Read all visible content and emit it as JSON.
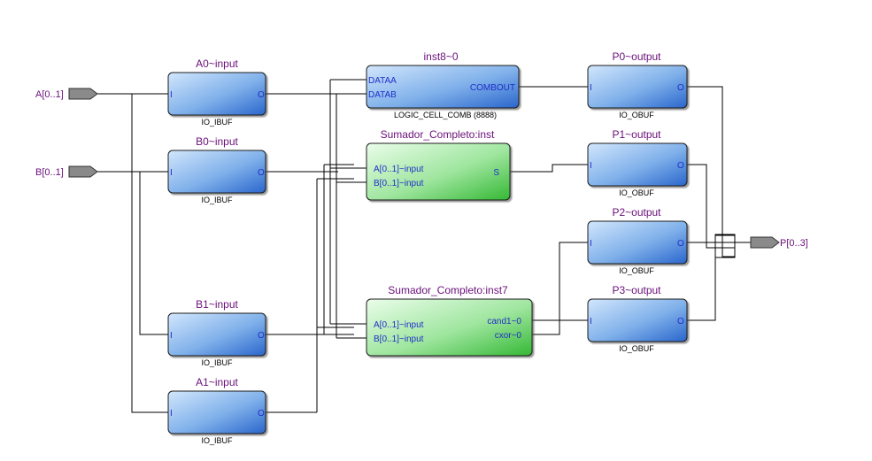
{
  "pins": {
    "a": "A[0..1]",
    "b": "B[0..1]",
    "p": "P[0..3]"
  },
  "blocks": {
    "a0": {
      "title": "A0~input",
      "type": "IO_IBUF",
      "in": "I",
      "out": "O"
    },
    "b0": {
      "title": "B0~input",
      "type": "IO_IBUF",
      "in": "I",
      "out": "O"
    },
    "b1": {
      "title": "B1~input",
      "type": "IO_IBUF",
      "in": "I",
      "out": "O"
    },
    "a1": {
      "title": "A1~input",
      "type": "IO_IBUF",
      "in": "I",
      "out": "O"
    },
    "inst8": {
      "title": "inst8~0",
      "type": "LOGIC_CELL_COMB (8888)",
      "in1": "DATAA",
      "in2": "DATAB",
      "out": "COMBOUT"
    },
    "sum0": {
      "title": "Sumador_Completo:inst",
      "in1": "A[0..1]~input",
      "in2": "B[0..1]~input",
      "out": "S"
    },
    "sum1": {
      "title": "Sumador_Completo:inst7",
      "in1": "A[0..1]~input",
      "in2": "B[0..1]~input",
      "out1": "cand1~0",
      "out2": "cxor~0"
    },
    "p0": {
      "title": "P0~output",
      "type": "IO_OBUF",
      "in": "I",
      "out": "O"
    },
    "p1": {
      "title": "P1~output",
      "type": "IO_OBUF",
      "in": "I",
      "out": "O"
    },
    "p2": {
      "title": "P2~output",
      "type": "IO_OBUF",
      "in": "I",
      "out": "O"
    },
    "p3": {
      "title": "P3~output",
      "type": "IO_OBUF",
      "in": "I",
      "out": "O"
    }
  },
  "colors": {
    "buffer_dark": "#2e6fd0",
    "buffer_light": "#cfe3fb",
    "adder_dark": "#3fc13f",
    "adder_light": "#e6fbe6",
    "label_purple": "#6a0f7a",
    "port_blue": "#1f2fc8",
    "pin_gray": "#8a8a8a"
  }
}
